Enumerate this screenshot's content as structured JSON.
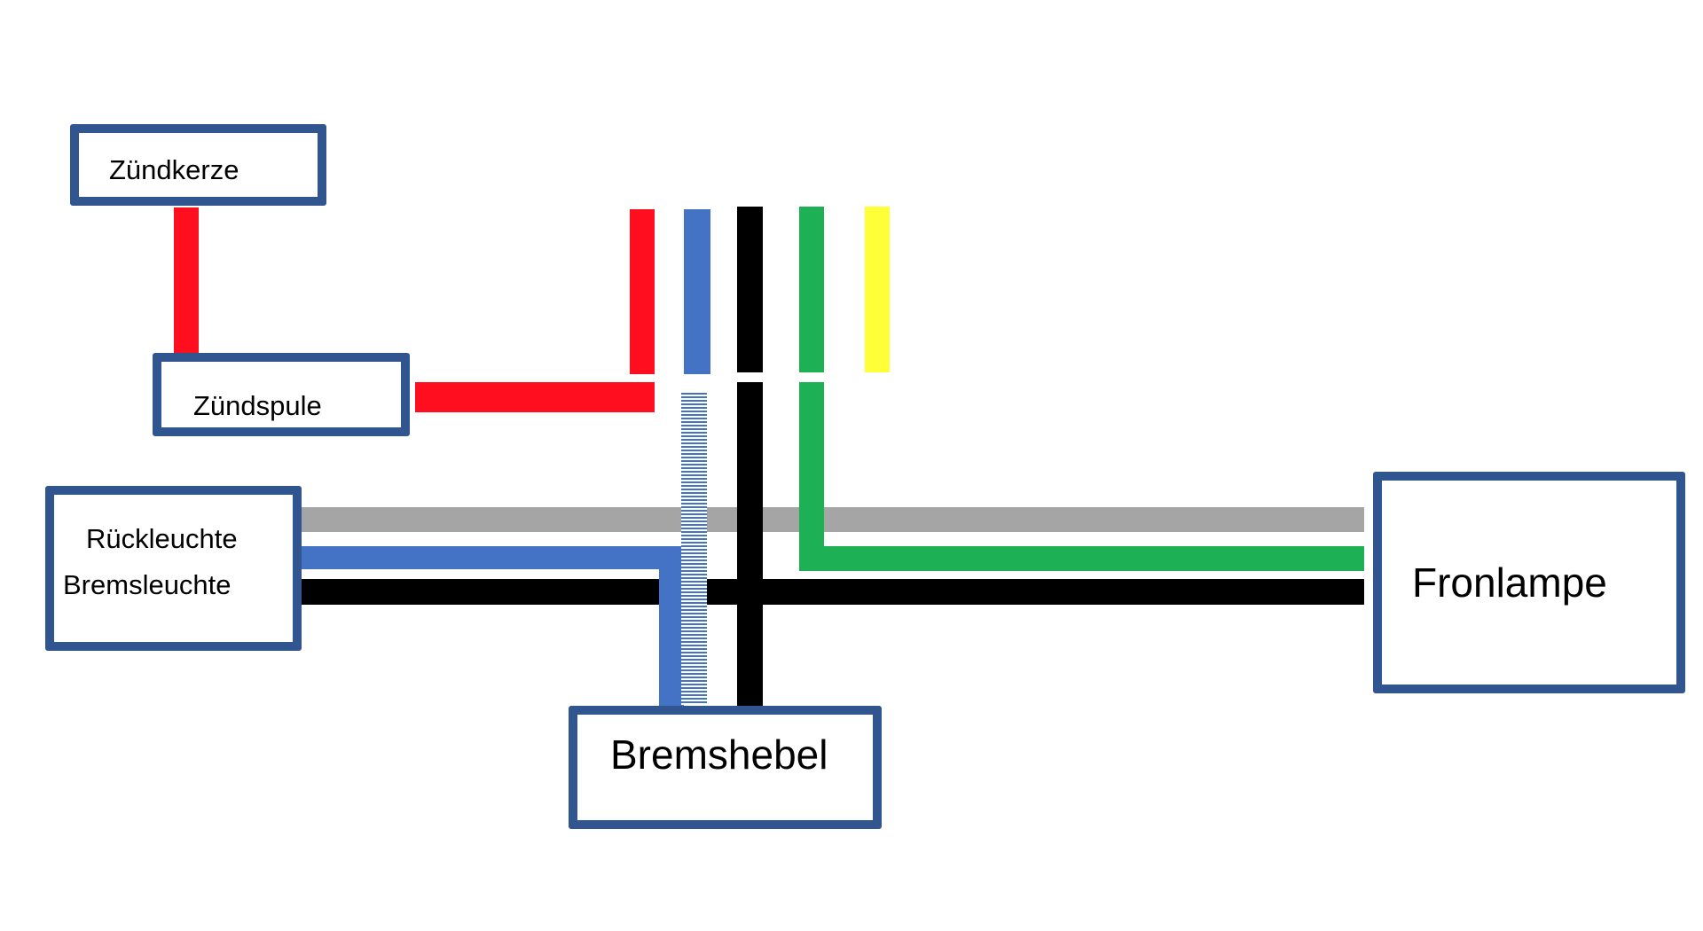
{
  "components": {
    "zuendkerze": "Zündkerze",
    "zuendspule": "Zündspule",
    "rueckleuchte": "Rückleuchte",
    "bremsleuchte": "Bremsleuchte",
    "fronlampe": "Fronlampe",
    "bremshebel": "Bremshebel"
  },
  "colors": {
    "box_border": "#31558e",
    "red": "#ff0e1f",
    "blue": "#4472c4",
    "black": "#000000",
    "green": "#1db054",
    "yellow": "#ffff38",
    "gray": "#a5a5a5"
  }
}
